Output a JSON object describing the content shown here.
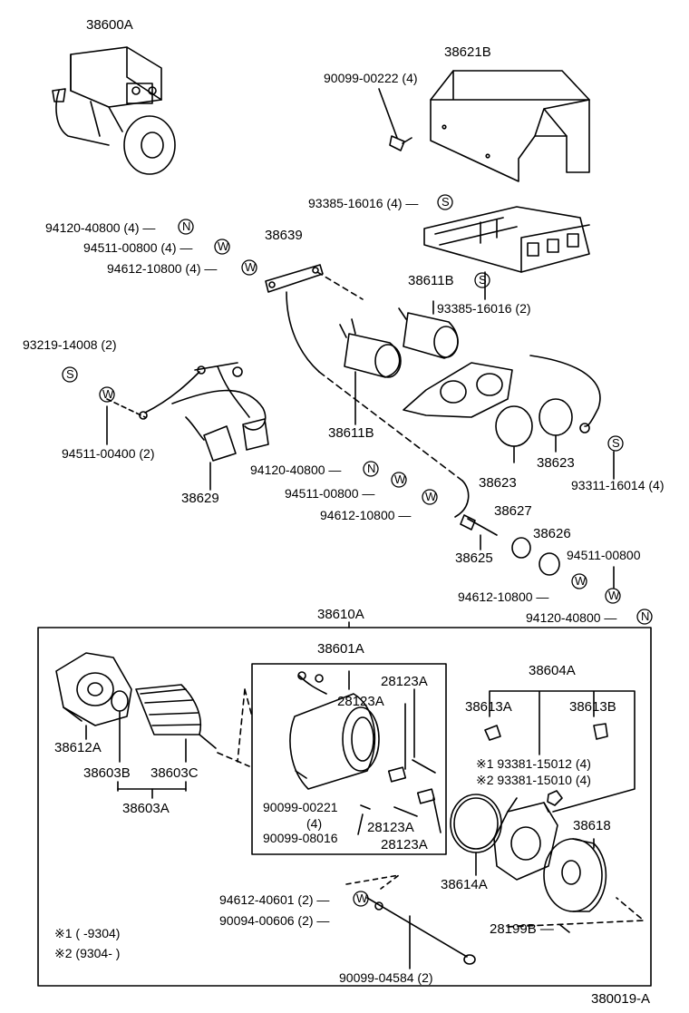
{
  "labels": {
    "p38600A": "38600A",
    "p38621B": "38621B",
    "p90099_00222": "90099-00222 (4)",
    "p93385_16016_4": "93385-16016 (4) —",
    "p94120_40800_a": "94120-40800 (4) —",
    "p94511_00800_a": "94511-00800 (4) —",
    "p94612_10800_a": "94612-10800 (4) —",
    "p38639": "38639",
    "p38611B_top": "38611B",
    "p93385_16016_2": "93385-16016 (2)",
    "p93219_14008": "93219-14008 (2)",
    "p94511_00400": "94511-00400 (2)",
    "p38611B_bot": "38611B",
    "p38629": "38629",
    "p94120_40800_b": "94120-40800 —",
    "p94511_00800_b": "94511-00800 —",
    "p94612_10800_b": "94612-10800 —",
    "p38623_a": "38623",
    "p38623_b": "38623",
    "p93311_16014": "93311-16014 (4)",
    "p38627": "38627",
    "p38626": "38626",
    "p38625": "38625",
    "p94511_00800_c": "94511-00800",
    "p94612_10800_c": "94612-10800 —",
    "p94120_40800_c": "94120-40800 —",
    "p38610A": "38610A",
    "p38601A": "38601A",
    "p28123A_1": "28123A",
    "p28123A_2": "28123A",
    "p38604A": "38604A",
    "p38613A": "38613A",
    "p38613B": "38613B",
    "p38612A": "38612A",
    "p93381_15012": "※1 93381-15012 (4)",
    "p93381_15010": "※2 93381-15010 (4)",
    "p38603B": "38603B",
    "p38603C": "38603C",
    "p38603A": "38603A",
    "p90099_00221": "90099-00221",
    "p90099_00221_qty": "(4)",
    "p90099_08016": "90099-08016",
    "p28123A_3": "28123A",
    "p28123A_4": "28123A",
    "p38618": "38618",
    "p38614A": "38614A",
    "p94612_40601": "94612-40601 (2) —",
    "p90094_00606": "90094-00606 (2) —",
    "p28199B": "28199B —",
    "p90099_04584": "90099-04584 (2)",
    "note1": "※1 (        -9304)",
    "note2": "※2 (9304-        )",
    "diagram_id": "380019-A"
  },
  "symbols": {
    "S": "S",
    "W": "W",
    "N": "N"
  },
  "icons": [
    "starter-assembly-icon",
    "cover-icon",
    "bracket-icon",
    "bolt-icon",
    "solenoid-icon",
    "harness-icon",
    "cable-icon",
    "cap-icon",
    "armature-icon",
    "yoke-icon",
    "housing-icon",
    "end-frame-icon",
    "o-ring-icon"
  ]
}
